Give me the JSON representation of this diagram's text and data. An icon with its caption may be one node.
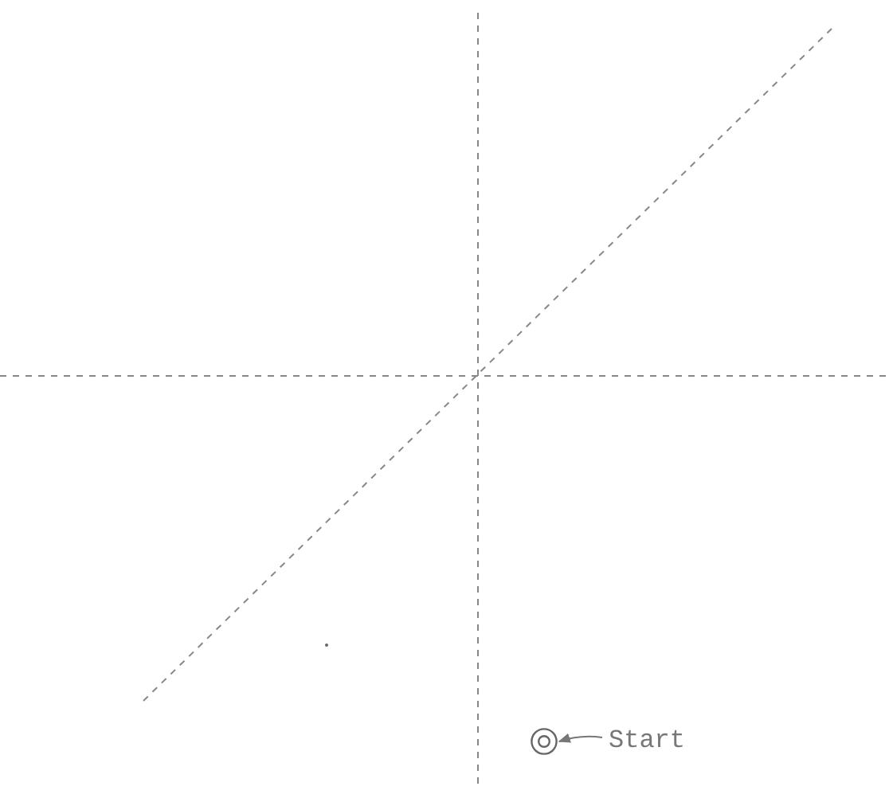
{
  "diagram": {
    "nodes": [
      {
        "text": [
          "Start"
        ]
      },
      {
        "text": [],
        "shape": "circle"
      }
    ],
    "edges": [
      {
        "from": 0,
        "to": 1,
        "arrow": "to"
      }
    ]
  }
}
